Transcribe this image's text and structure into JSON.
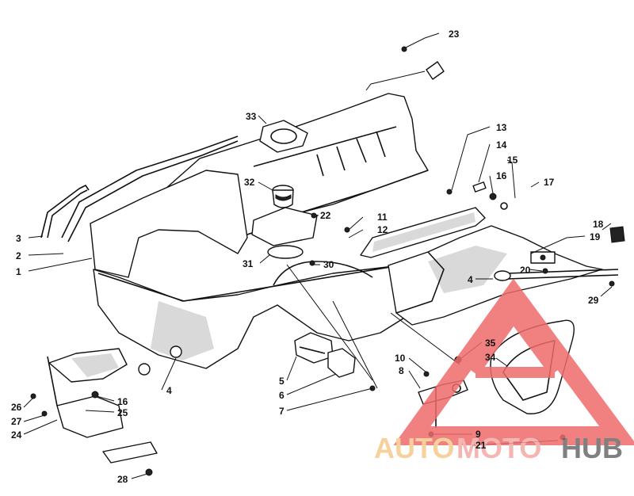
{
  "callouts": [
    {
      "id": "23",
      "label": "23"
    },
    {
      "id": "33",
      "label": "33"
    },
    {
      "id": "13",
      "label": "13"
    },
    {
      "id": "14",
      "label": "14"
    },
    {
      "id": "15",
      "label": "15"
    },
    {
      "id": "16a",
      "label": "16"
    },
    {
      "id": "17",
      "label": "17"
    },
    {
      "id": "32",
      "label": "32"
    },
    {
      "id": "22",
      "label": "22"
    },
    {
      "id": "11",
      "label": "11"
    },
    {
      "id": "12",
      "label": "12"
    },
    {
      "id": "18",
      "label": "18"
    },
    {
      "id": "19",
      "label": "19"
    },
    {
      "id": "3",
      "label": "3"
    },
    {
      "id": "2",
      "label": "2"
    },
    {
      "id": "1",
      "label": "1"
    },
    {
      "id": "31",
      "label": "31"
    },
    {
      "id": "30",
      "label": "30"
    },
    {
      "id": "20",
      "label": "20"
    },
    {
      "id": "4a",
      "label": "4"
    },
    {
      "id": "29",
      "label": "29"
    },
    {
      "id": "35",
      "label": "35"
    },
    {
      "id": "34",
      "label": "34"
    },
    {
      "id": "10",
      "label": "10"
    },
    {
      "id": "8",
      "label": "8"
    },
    {
      "id": "5",
      "label": "5"
    },
    {
      "id": "6",
      "label": "6"
    },
    {
      "id": "7",
      "label": "7"
    },
    {
      "id": "4b",
      "label": "4"
    },
    {
      "id": "16b",
      "label": "16"
    },
    {
      "id": "26",
      "label": "26"
    },
    {
      "id": "25",
      "label": "25"
    },
    {
      "id": "27",
      "label": "27"
    },
    {
      "id": "24",
      "label": "24"
    },
    {
      "id": "9",
      "label": "9"
    },
    {
      "id": "21",
      "label": "21"
    },
    {
      "id": "28",
      "label": "28"
    }
  ],
  "watermark": {
    "auto": "AUTO",
    "moto": "MOTO",
    "hub": "HUB",
    "color_auto": "#f5c98a",
    "color_moto": "#f3a9a6",
    "color_hub": "#6b6b6b",
    "color_logo": "#ef6b6b"
  }
}
